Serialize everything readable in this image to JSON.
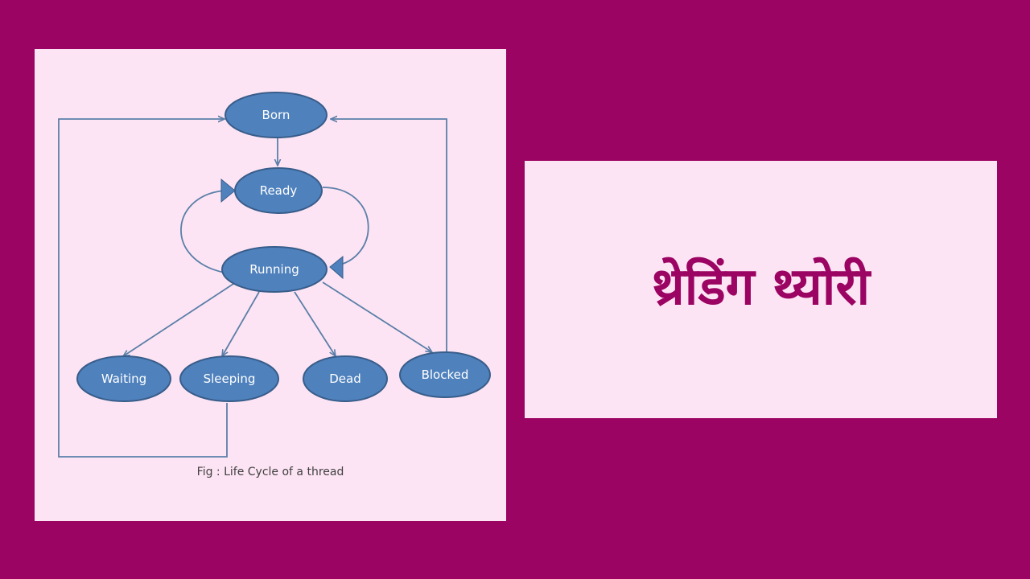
{
  "diagram": {
    "nodes": {
      "born": "Born",
      "ready": "Ready",
      "running": "Running",
      "waiting": "Waiting",
      "sleeping": "Sleeping",
      "dead": "Dead",
      "blocked": "Blocked"
    },
    "edges": [
      {
        "from": "born",
        "to": "ready"
      },
      {
        "from": "ready",
        "to": "running"
      },
      {
        "from": "running",
        "to": "ready"
      },
      {
        "from": "running",
        "to": "waiting"
      },
      {
        "from": "running",
        "to": "sleeping"
      },
      {
        "from": "running",
        "to": "dead"
      },
      {
        "from": "running",
        "to": "blocked"
      },
      {
        "from": "blocked",
        "to": "born"
      },
      {
        "from": "sleeping",
        "to": "born"
      }
    ],
    "caption": "Fig : Life Cycle of a thread"
  },
  "title": "थ्रेडिंग थ्योरी",
  "colors": {
    "background": "#9b0462",
    "panel": "#fde4f4",
    "node_fill": "#4f81bd",
    "node_stroke": "#385d8a",
    "edge": "#5b7fa8",
    "title_text": "#9b0462"
  }
}
